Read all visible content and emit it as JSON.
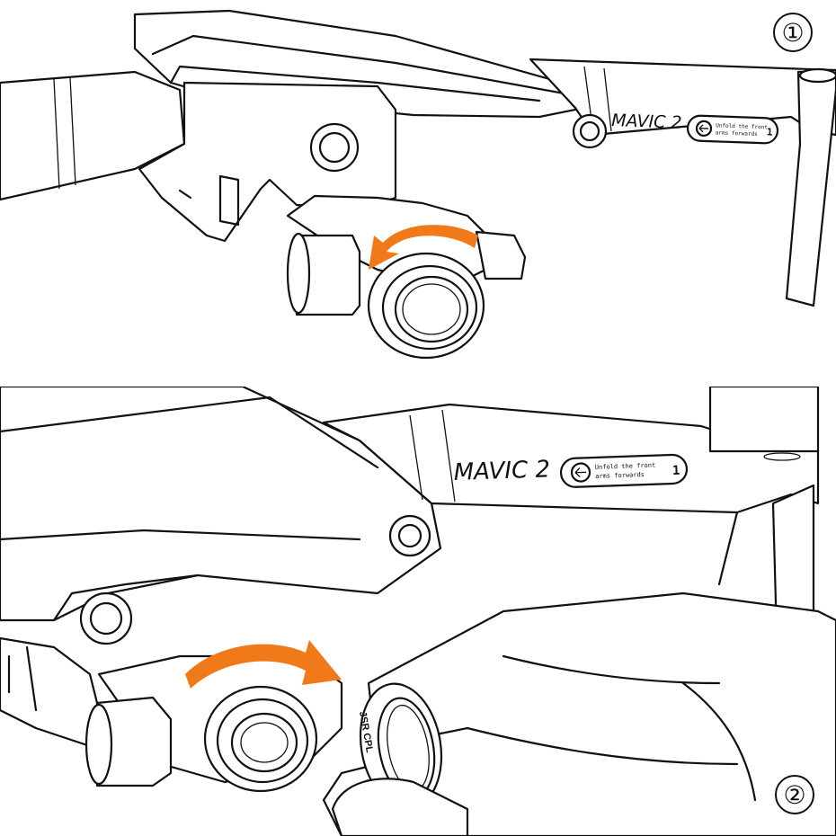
{
  "steps": [
    {
      "number": "①",
      "arm_label": "MAVIC 2",
      "sticker_line1": "Unfold the front",
      "sticker_line2": "arms forwards",
      "sticker_number": "1",
      "arrow_direction": "counterclockwise"
    },
    {
      "number": "②",
      "arm_label": "MAVIC 2",
      "sticker_line1": "Unfold the front",
      "sticker_line2": "arms forwards",
      "sticker_number": "1",
      "arrow_direction": "clockwise",
      "filter_rim_text": "JSR CPL"
    }
  ],
  "colors": {
    "arrow": "#F07A1A",
    "line": "#111111",
    "background": "#FFFFFF"
  }
}
